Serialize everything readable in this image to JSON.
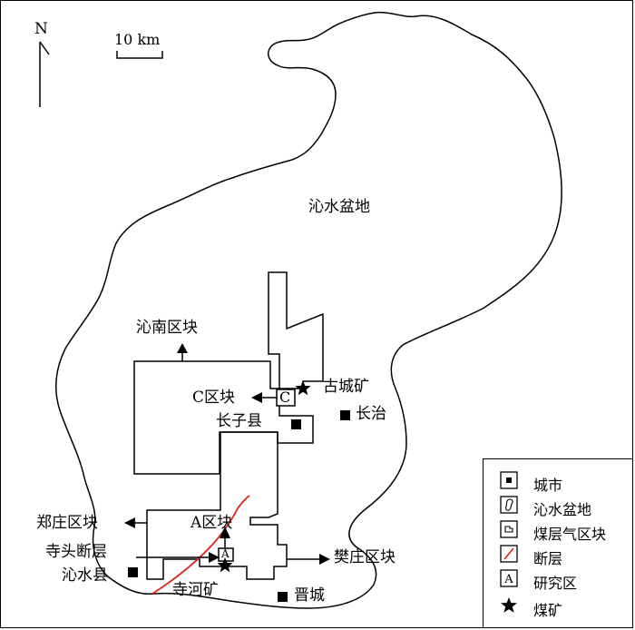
{
  "north_label": "N",
  "scale_label": "10 km",
  "basin_label": "沁水盆地",
  "blocks": {
    "qinnan": "沁南区块",
    "c_block": "C区块",
    "a_block": "A区块",
    "zhengzhuang": "郑庄区块",
    "fanzhuang": "樊庄区块"
  },
  "box_letters": {
    "c": "C",
    "a": "A"
  },
  "cities": {
    "changzi": "长子县",
    "changzhi": "长治",
    "qinshui": "沁水县",
    "jincheng": "晋城"
  },
  "mines": {
    "gucheng": "古城矿",
    "sihe": "寺河矿"
  },
  "fault_name": "寺头断层",
  "colors": {
    "fault": "#e0231c",
    "line": "#000000"
  },
  "legend": {
    "items": [
      {
        "icon": "square-icon",
        "label": "城市"
      },
      {
        "icon": "basin-outline-icon",
        "label": "沁水盆地"
      },
      {
        "icon": "block-outline-icon",
        "label": "煤层气区块"
      },
      {
        "icon": "fault-line-icon",
        "label": "断层"
      },
      {
        "icon": "study-area-icon",
        "label": "研究区"
      },
      {
        "icon": "star-icon",
        "label": "煤矿"
      }
    ]
  }
}
